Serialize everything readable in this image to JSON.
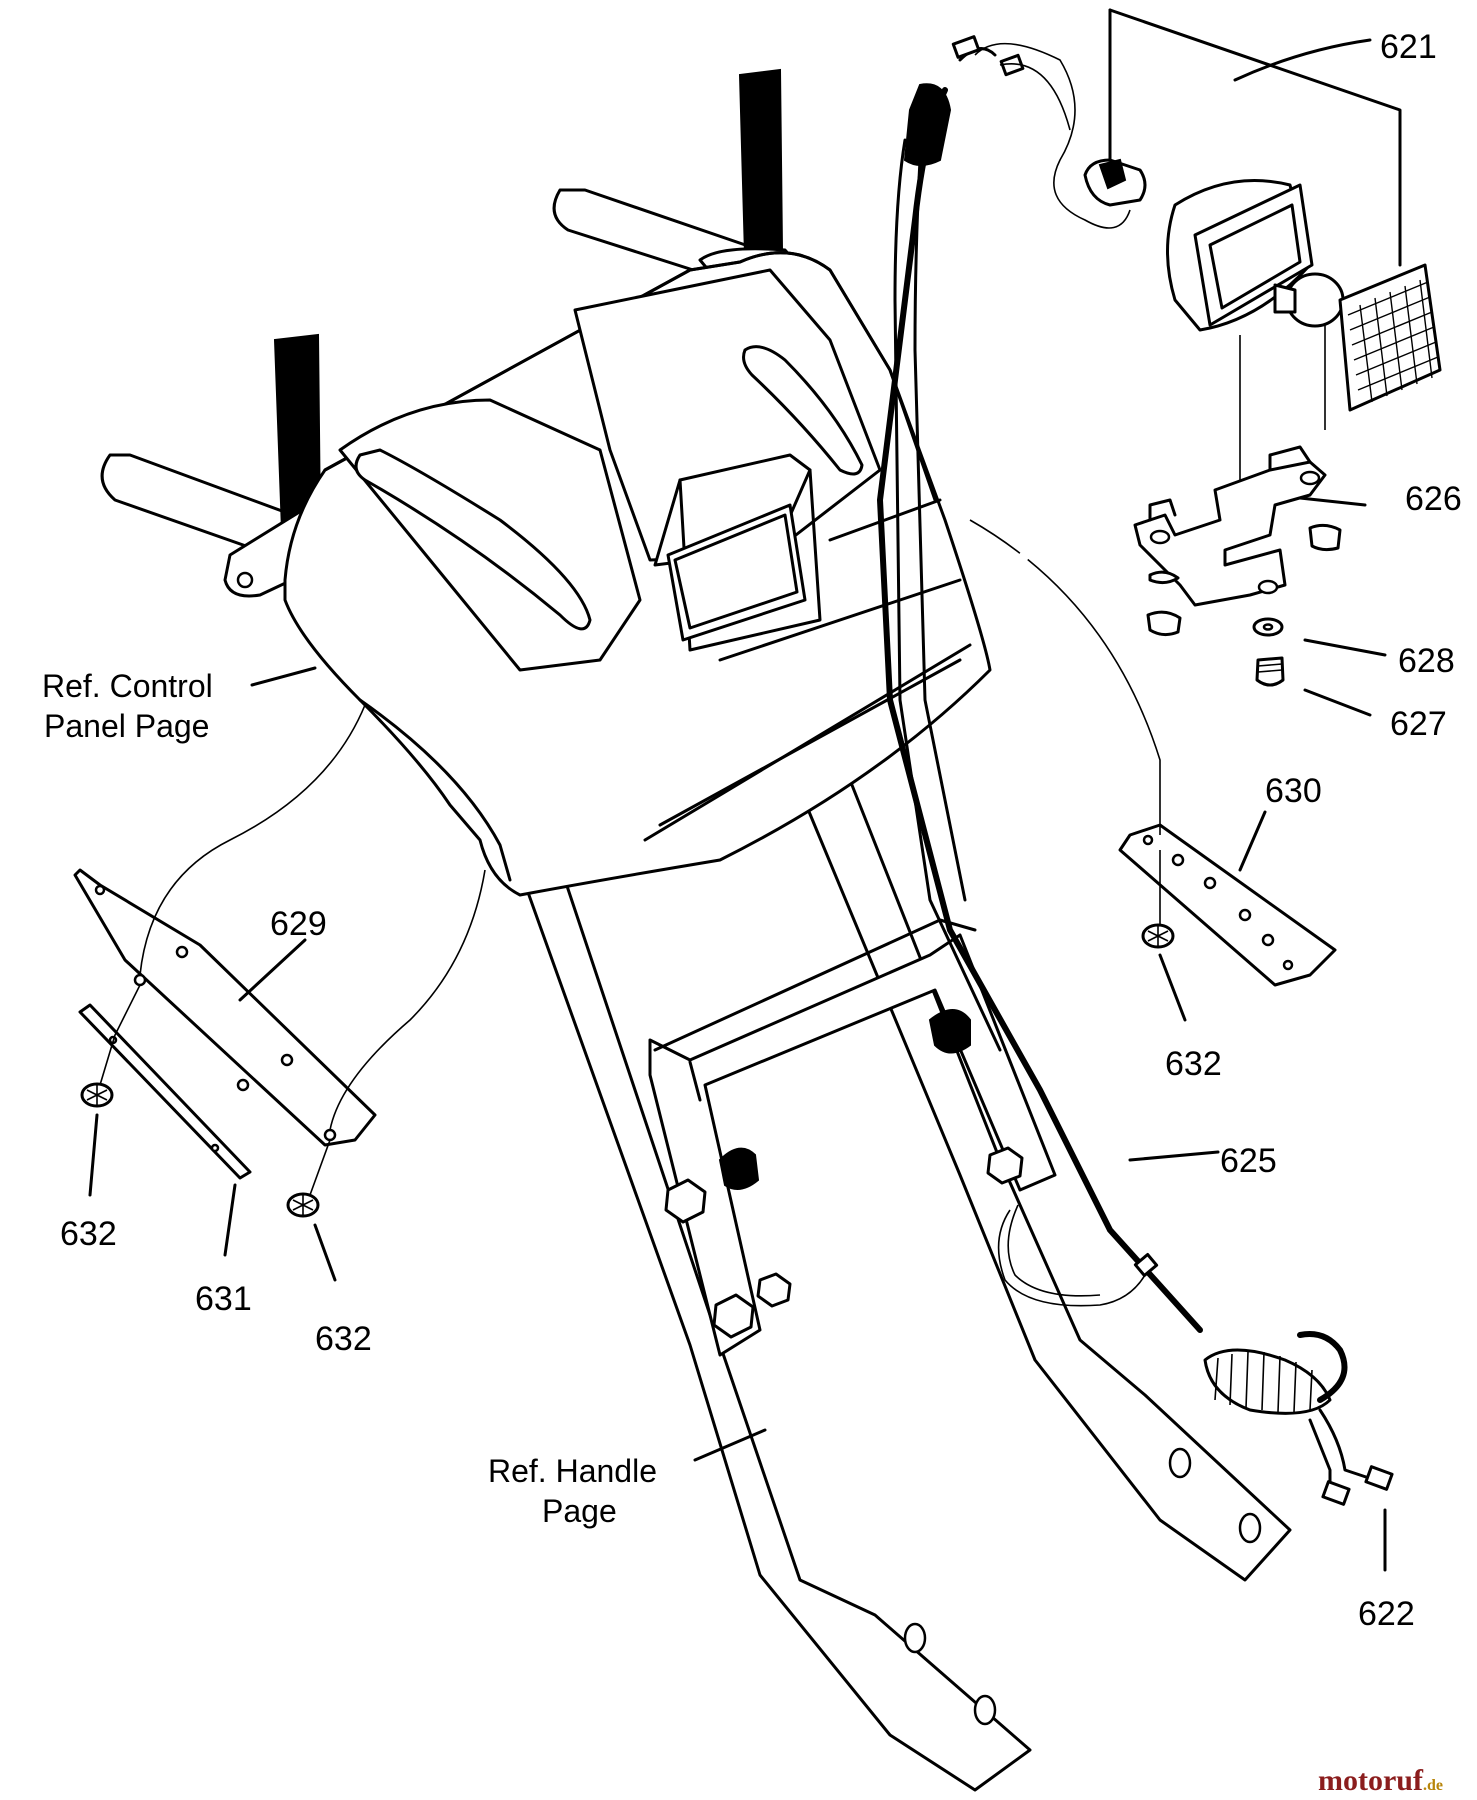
{
  "callouts": [
    {
      "id": "621",
      "text": "621"
    },
    {
      "id": "626",
      "text": "626"
    },
    {
      "id": "628",
      "text": "628"
    },
    {
      "id": "627",
      "text": "627"
    },
    {
      "id": "630",
      "text": "630"
    },
    {
      "id": "629",
      "text": "629"
    },
    {
      "id": "632a",
      "text": "632"
    },
    {
      "id": "625",
      "text": "625"
    },
    {
      "id": "632b",
      "text": "632"
    },
    {
      "id": "631",
      "text": "631"
    },
    {
      "id": "632c",
      "text": "632"
    },
    {
      "id": "622",
      "text": "622"
    }
  ],
  "refs": {
    "control_panel_line1": "Ref. Control",
    "control_panel_line2": "Panel Page",
    "handle_line1": "Ref. Handle",
    "handle_line2": "Page"
  },
  "watermark": {
    "brand": "motoruf",
    "tld": ".de",
    "color_main": "#8b1d1d",
    "color_tld": "#b8860b"
  }
}
